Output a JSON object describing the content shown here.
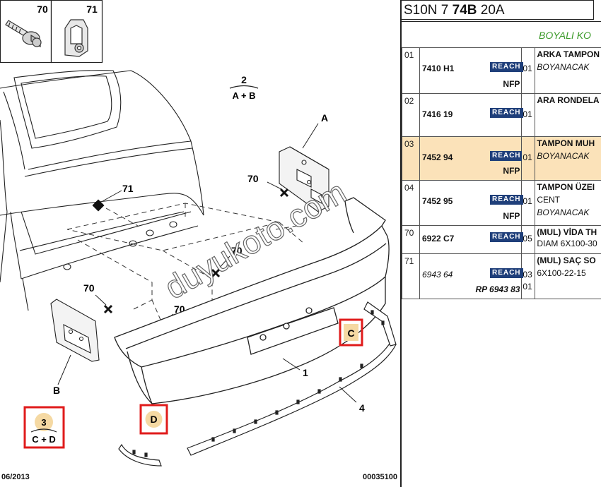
{
  "header": {
    "prefix": "S10N 7",
    "bold": "74B",
    "suffix": "20A",
    "color_label": "BOYALI KO"
  },
  "inset": {
    "box1_label": "70",
    "box2_label": "71"
  },
  "diagram_labels": {
    "group2_num": "2",
    "group2_formula": "A + B",
    "label_A": "A",
    "label_B": "B",
    "label_70a": "70",
    "label_70b": "70",
    "label_70c": "70",
    "label_70d": "70",
    "label_71": "71",
    "label_1": "1",
    "label_4": "4",
    "label_C": "C",
    "label_D": "D",
    "group3_num": "3",
    "group3_formula": "C + D"
  },
  "watermark": "duyukoto.com",
  "footer": {
    "date": "06/2013",
    "code": "00035100"
  },
  "parts": [
    {
      "pos": "01",
      "ref": "7410 H1",
      "ref_italic": false,
      "badge": "REACH",
      "qty1": "01",
      "qty2": "",
      "nfp": "NFP",
      "rp": "",
      "title": "ARKA TAMPON",
      "sub1": "BOYANACAK",
      "sub1_italic": true,
      "sub2": "",
      "sub2_italic": false,
      "highlight": false
    },
    {
      "pos": "02",
      "ref": "7416 19",
      "ref_italic": false,
      "badge": "REACH",
      "qty1": "01",
      "qty2": "",
      "nfp": "",
      "rp": "",
      "title": "ARA RONDELA",
      "sub1": "",
      "sub1_italic": false,
      "sub2": "",
      "sub2_italic": false,
      "highlight": false
    },
    {
      "pos": "03",
      "ref": "7452 94",
      "ref_italic": false,
      "badge": "REACH",
      "qty1": "01",
      "qty2": "",
      "nfp": "NFP",
      "rp": "",
      "title": "TAMPON MUH",
      "sub1": "BOYANACAK",
      "sub1_italic": true,
      "sub2": "",
      "sub2_italic": false,
      "highlight": true
    },
    {
      "pos": "04",
      "ref": "7452 95",
      "ref_italic": false,
      "badge": "REACH",
      "qty1": "01",
      "qty2": "",
      "nfp": "NFP",
      "rp": "",
      "title": "TAMPON ÜZEI",
      "sub1": "CENT",
      "sub1_italic": false,
      "sub2": "BOYANACAK",
      "sub2_italic": true,
      "highlight": false
    },
    {
      "pos": "70",
      "ref": "6922 C7",
      "ref_italic": false,
      "badge": "REACH",
      "qty1": "05",
      "qty2": "",
      "nfp": "",
      "rp": "",
      "title": "(MUL) VİDA TH",
      "sub1": "DIAM 6X100-30",
      "sub1_italic": false,
      "sub2": "",
      "sub2_italic": false,
      "highlight": false
    },
    {
      "pos": "71",
      "ref": "6943 64",
      "ref_italic": true,
      "badge": "REACH",
      "qty1": "03",
      "qty2": "01",
      "nfp": "",
      "rp": "RP 6943 83",
      "title": "(MUL) SAÇ SO",
      "sub1": "6X100-22-15",
      "sub1_italic": false,
      "sub2": "",
      "sub2_italic": false,
      "highlight": false
    }
  ],
  "colors": {
    "reach_bg": "#1f3f7a",
    "highlight_row": "#fbe2b9",
    "callout_red": "#e01b1b",
    "callout_fill": "#f5d9a3",
    "color_label": "#3c9a2a"
  }
}
